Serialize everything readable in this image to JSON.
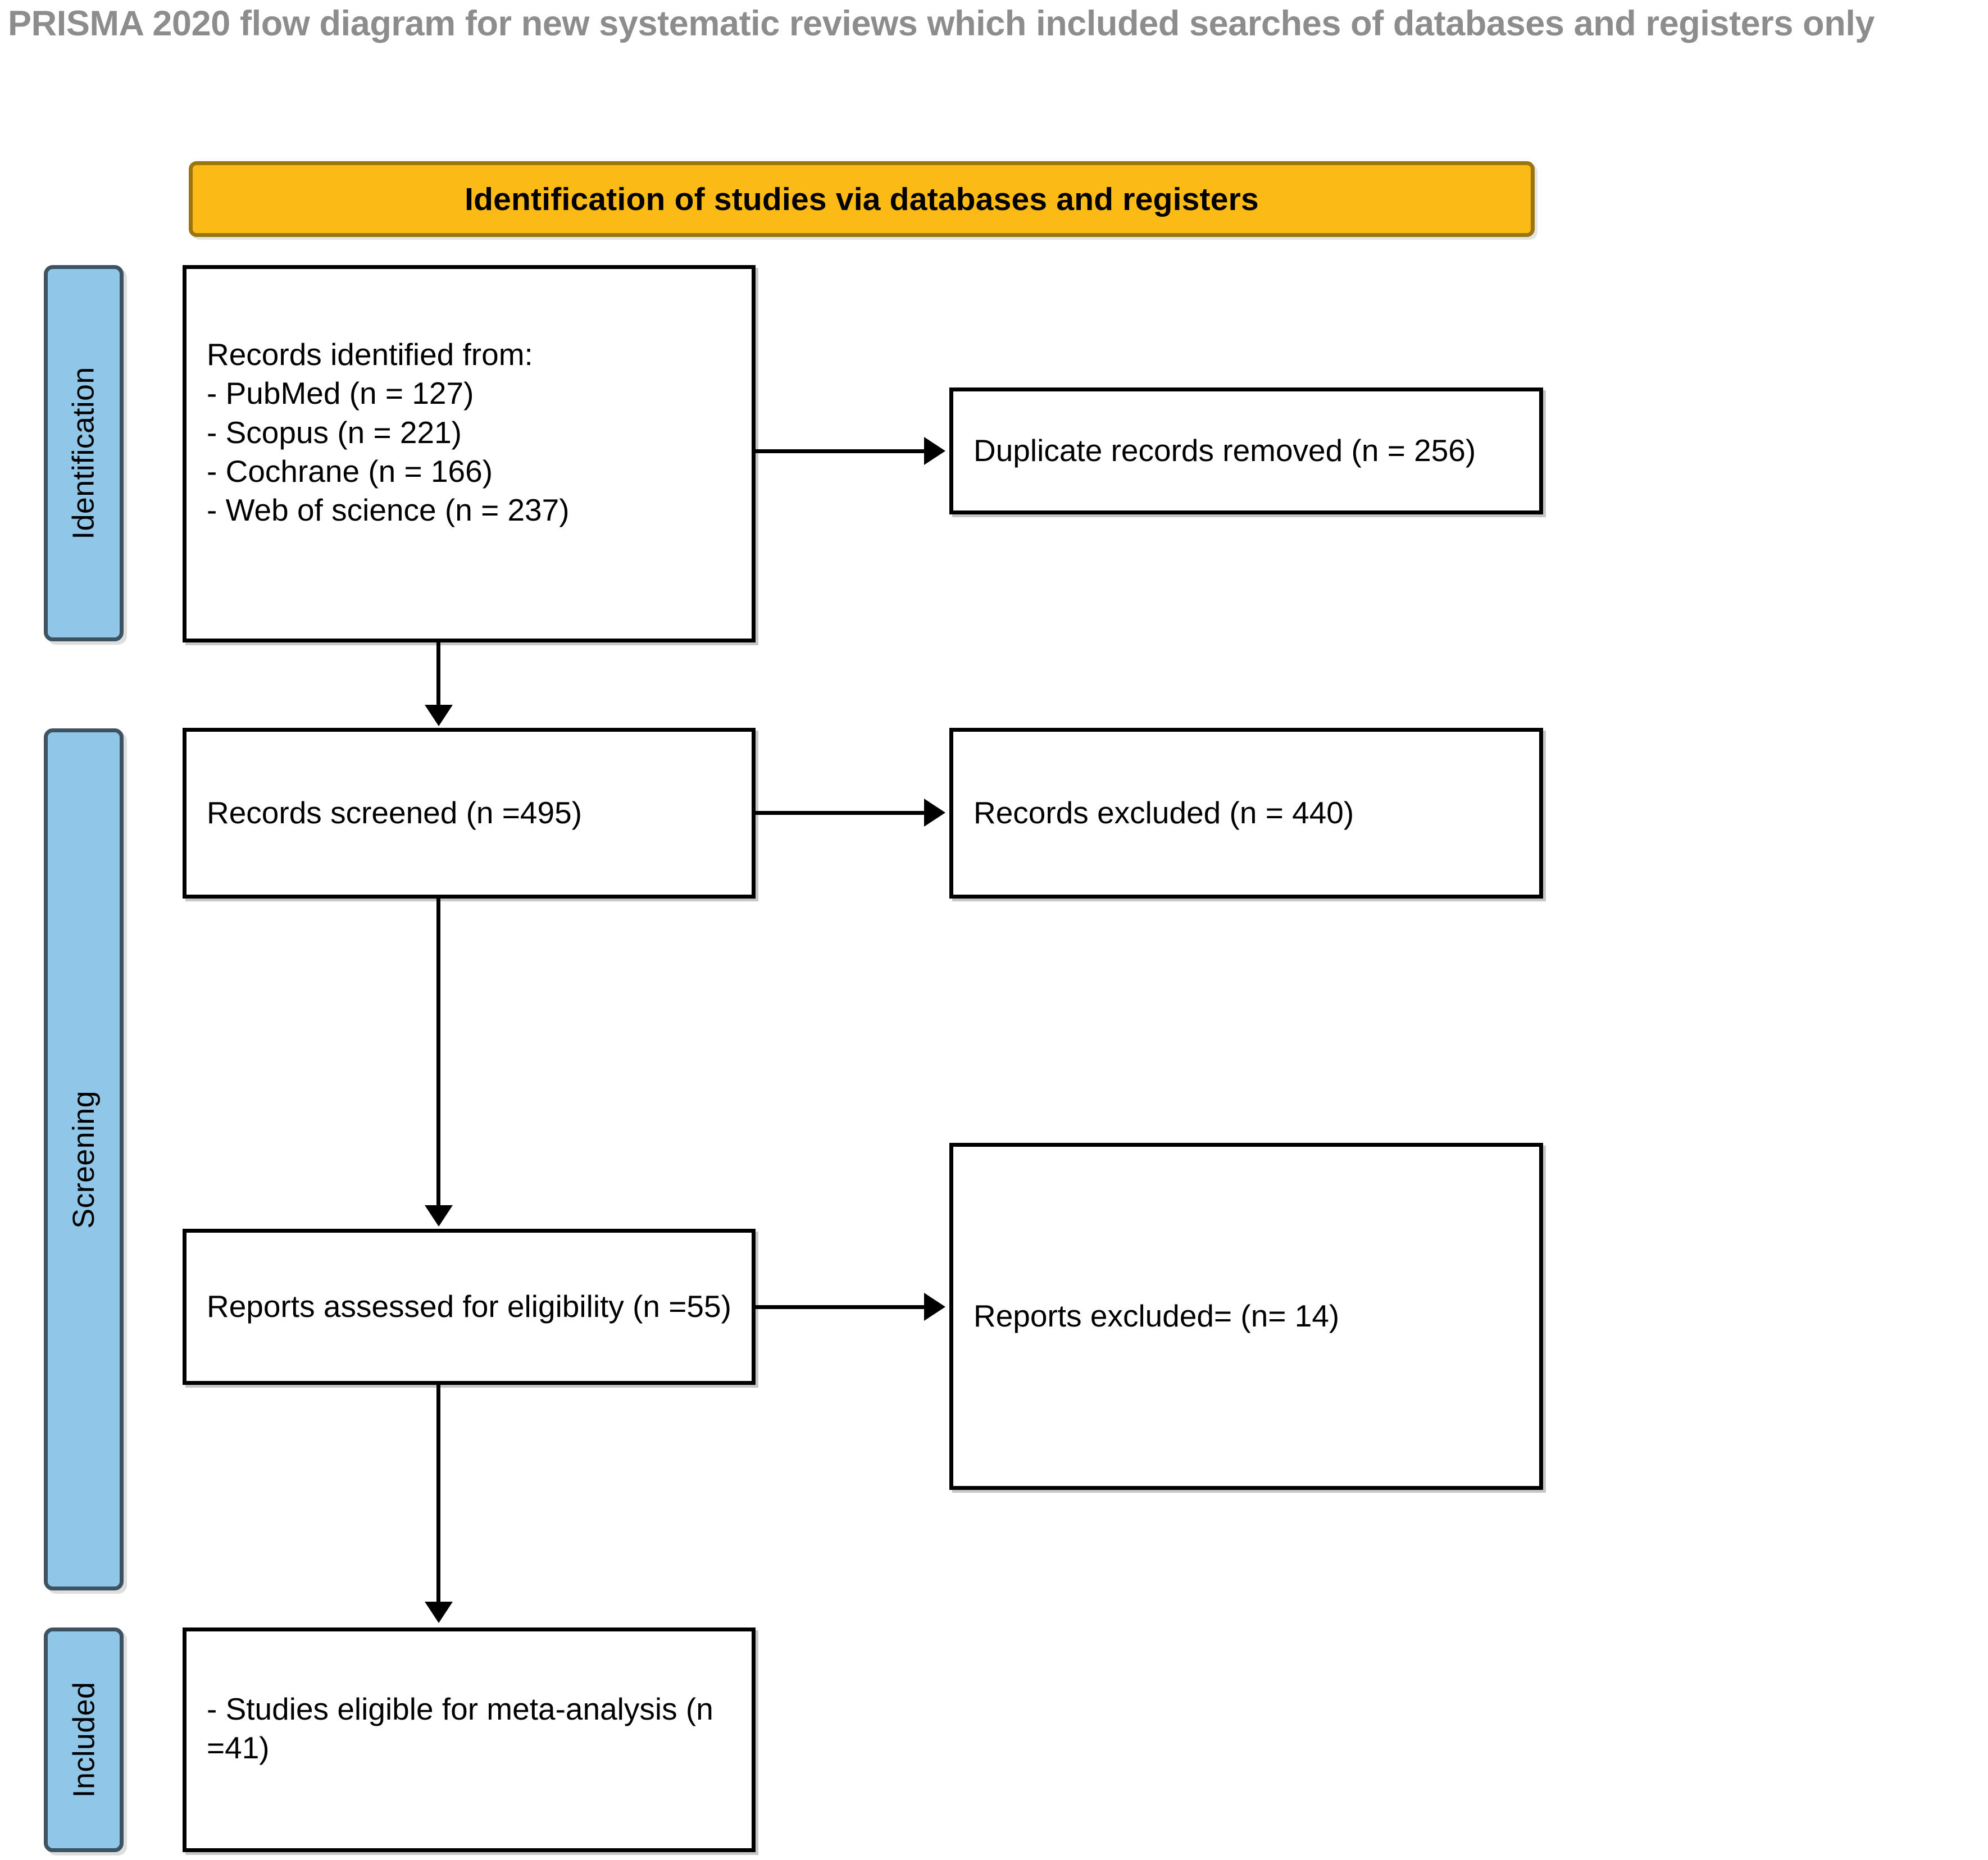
{
  "title": "PRISMA 2020 flow diagram for new systematic reviews which included searches of databases and registers only",
  "colors": {
    "banner_fill": "#FBBA16",
    "banner_border": "#9b7510",
    "stage_fill": "#90C6E8",
    "stage_border": "#3d5361",
    "box_border": "#000000",
    "title_text": "#8d8d8d"
  },
  "banner": {
    "label": "Identification of studies via databases and registers"
  },
  "stages": [
    {
      "id": "identification",
      "label": "Identification"
    },
    {
      "id": "screening",
      "label": "Screening"
    },
    {
      "id": "included",
      "label": "Included"
    }
  ],
  "nodes": {
    "records_identified": {
      "text": "Records identified from:\n    - PubMed (n = 127)\n    - Scopus (n = 221)\n    - Cochrane (n = 166)\n    - Web of science (n = 237)"
    },
    "duplicates_removed": {
      "text": "Duplicate records removed (n = 256)"
    },
    "records_screened": {
      "text": "Records screened (n =495)"
    },
    "records_excluded": {
      "text": "Records excluded (n = 440)"
    },
    "reports_assessed": {
      "text": "Reports assessed for eligibility (n =55)"
    },
    "reports_excluded": {
      "text": "Reports excluded= (n= 14)"
    },
    "studies_eligible": {
      "text": "- Studies eligible for meta-analysis (n =41)"
    }
  },
  "chart_data": {
    "type": "diagram",
    "title": "PRISMA 2020 flow diagram for new systematic reviews which included searches of databases and registers only",
    "phase_header": "Identification of studies via databases and registers",
    "stages": [
      "Identification",
      "Screening",
      "Included"
    ],
    "counts": {
      "pubmed": 127,
      "scopus": 221,
      "cochrane": 166,
      "web_of_science": 237,
      "duplicate_records_removed": 256,
      "records_screened": 495,
      "records_excluded": 440,
      "reports_assessed_for_eligibility": 55,
      "reports_excluded": 14,
      "studies_eligible_for_meta_analysis": 41
    },
    "flow": [
      {
        "from": "records_identified",
        "to": "duplicates_removed",
        "direction": "right"
      },
      {
        "from": "records_identified",
        "to": "records_screened",
        "direction": "down"
      },
      {
        "from": "records_screened",
        "to": "records_excluded",
        "direction": "right"
      },
      {
        "from": "records_screened",
        "to": "reports_assessed",
        "direction": "down"
      },
      {
        "from": "reports_assessed",
        "to": "reports_excluded",
        "direction": "right"
      },
      {
        "from": "reports_assessed",
        "to": "studies_eligible",
        "direction": "down"
      }
    ]
  }
}
